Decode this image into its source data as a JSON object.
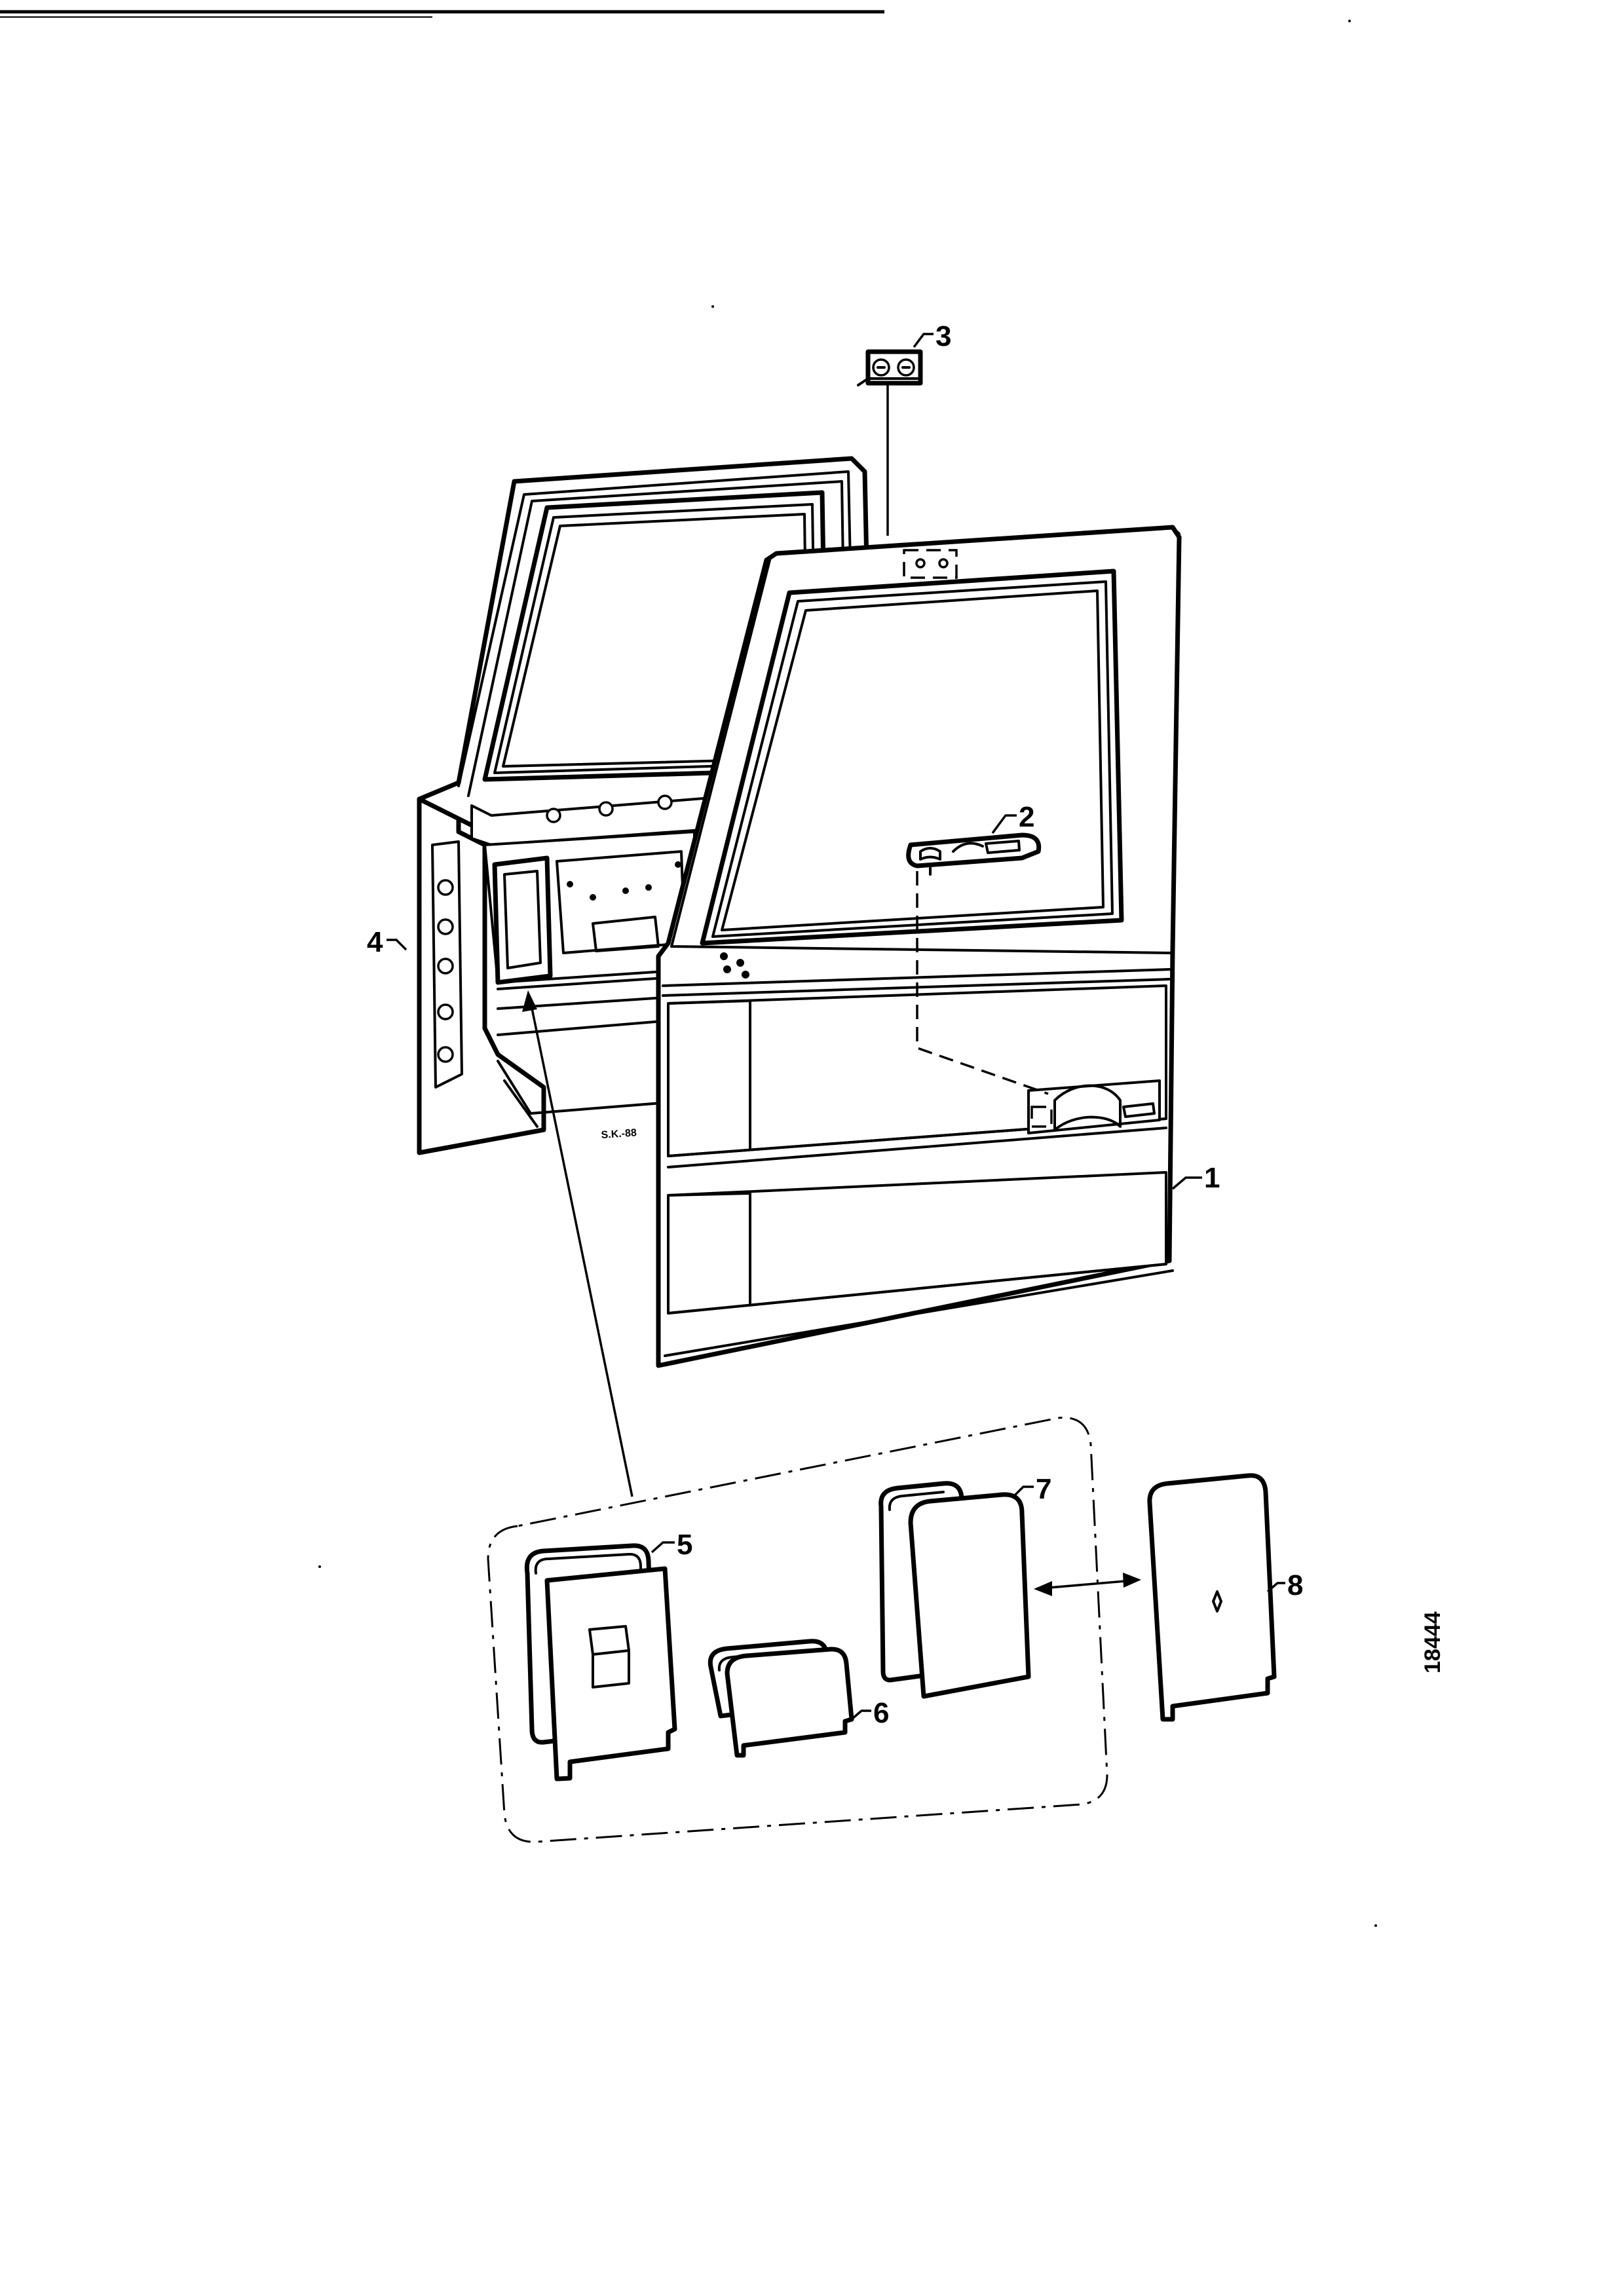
{
  "figure_number": "18444",
  "part_stamp": "S.K.-88",
  "callouts": [
    {
      "id": "1",
      "label": "1"
    },
    {
      "id": "2",
      "label": "2"
    },
    {
      "id": "3",
      "label": "3"
    },
    {
      "id": "4",
      "label": "4"
    },
    {
      "id": "5",
      "label": "5"
    },
    {
      "id": "6",
      "label": "6"
    },
    {
      "id": "7",
      "label": "7"
    },
    {
      "id": "8",
      "label": "8"
    }
  ],
  "colors": {
    "line": "#000000",
    "paper": "#ffffff"
  }
}
